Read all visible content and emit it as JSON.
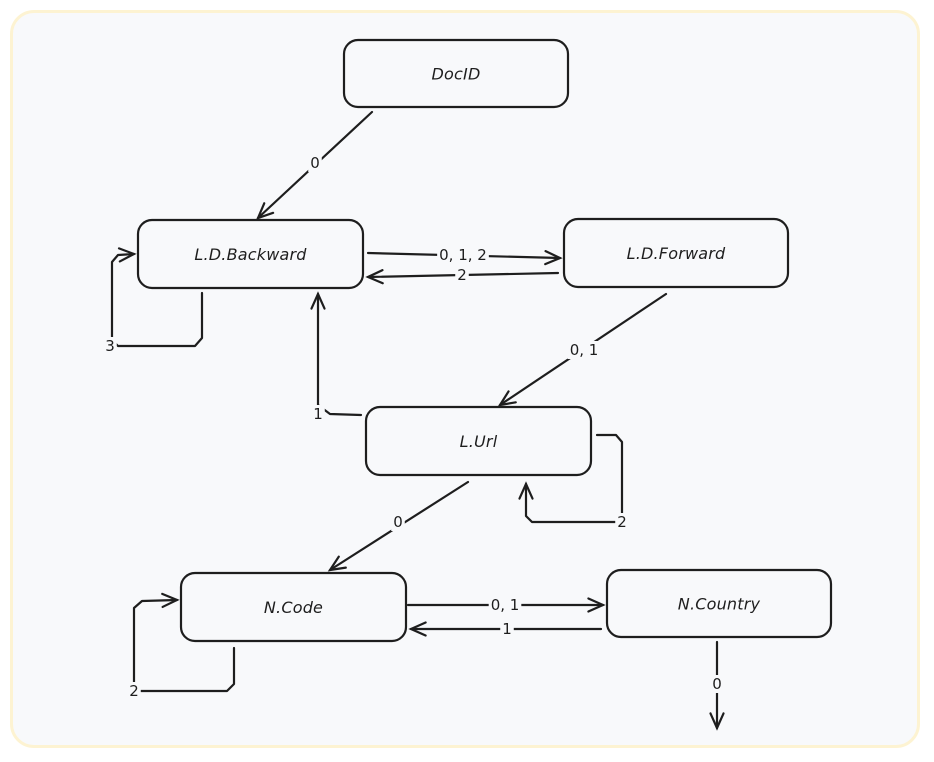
{
  "diagram": {
    "type": "state-transition-graph",
    "colors": {
      "background": "#f8f9fb",
      "frame_border": "#fdf3d2",
      "stroke": "#1e1e1e"
    },
    "nodes": [
      {
        "id": "docid",
        "label": "DocID"
      },
      {
        "id": "ld_backward",
        "label": "L.D.Backward"
      },
      {
        "id": "ld_forward",
        "label": "L.D.Forward"
      },
      {
        "id": "l_url",
        "label": "L.Url"
      },
      {
        "id": "n_code",
        "label": "N.Code"
      },
      {
        "id": "n_country",
        "label": "N.Country"
      }
    ],
    "edges": [
      {
        "id": "docid-to-ldbackward",
        "from": "docid",
        "to": "ld_backward",
        "label": "0"
      },
      {
        "id": "ldbackward-to-ldforward",
        "from": "ld_backward",
        "to": "ld_forward",
        "label": "0,  1,  2"
      },
      {
        "id": "ldforward-to-ldbackward",
        "from": "ld_forward",
        "to": "ld_backward",
        "label": "2"
      },
      {
        "id": "ldbackward-self",
        "from": "ld_backward",
        "to": "ld_backward",
        "label": "3"
      },
      {
        "id": "ldforward-to-lurl",
        "from": "ld_forward",
        "to": "l_url",
        "label": "0,  1"
      },
      {
        "id": "lurl-to-ldbackward",
        "from": "l_url",
        "to": "ld_backward",
        "label": "1"
      },
      {
        "id": "lurl-self",
        "from": "l_url",
        "to": "l_url",
        "label": "2"
      },
      {
        "id": "lurl-to-ncode",
        "from": "l_url",
        "to": "n_code",
        "label": "0"
      },
      {
        "id": "ncode-to-ncountry",
        "from": "n_code",
        "to": "n_country",
        "label": "0,  1"
      },
      {
        "id": "ncountry-to-ncode",
        "from": "n_country",
        "to": "n_code",
        "label": "1"
      },
      {
        "id": "ncode-self",
        "from": "n_code",
        "to": "n_code",
        "label": "2"
      },
      {
        "id": "ncountry-exit",
        "from": "n_country",
        "to": null,
        "label": "0"
      }
    ]
  }
}
